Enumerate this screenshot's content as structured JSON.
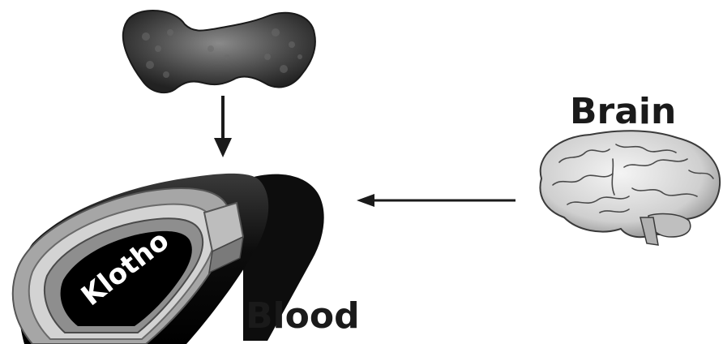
{
  "labels": {
    "brain": "Brain",
    "blood": "Blood",
    "klotho": "Klotho"
  },
  "icons": {
    "organ_top": "thyroid-gland-icon",
    "organ_right": "brain-icon",
    "vessel": "blood-vessel-icon"
  },
  "colors": {
    "ink": "#1a1a1a",
    "vessel_dark": "#111111",
    "vessel_wall": "#9a9a9a",
    "background": "#ffffff"
  }
}
